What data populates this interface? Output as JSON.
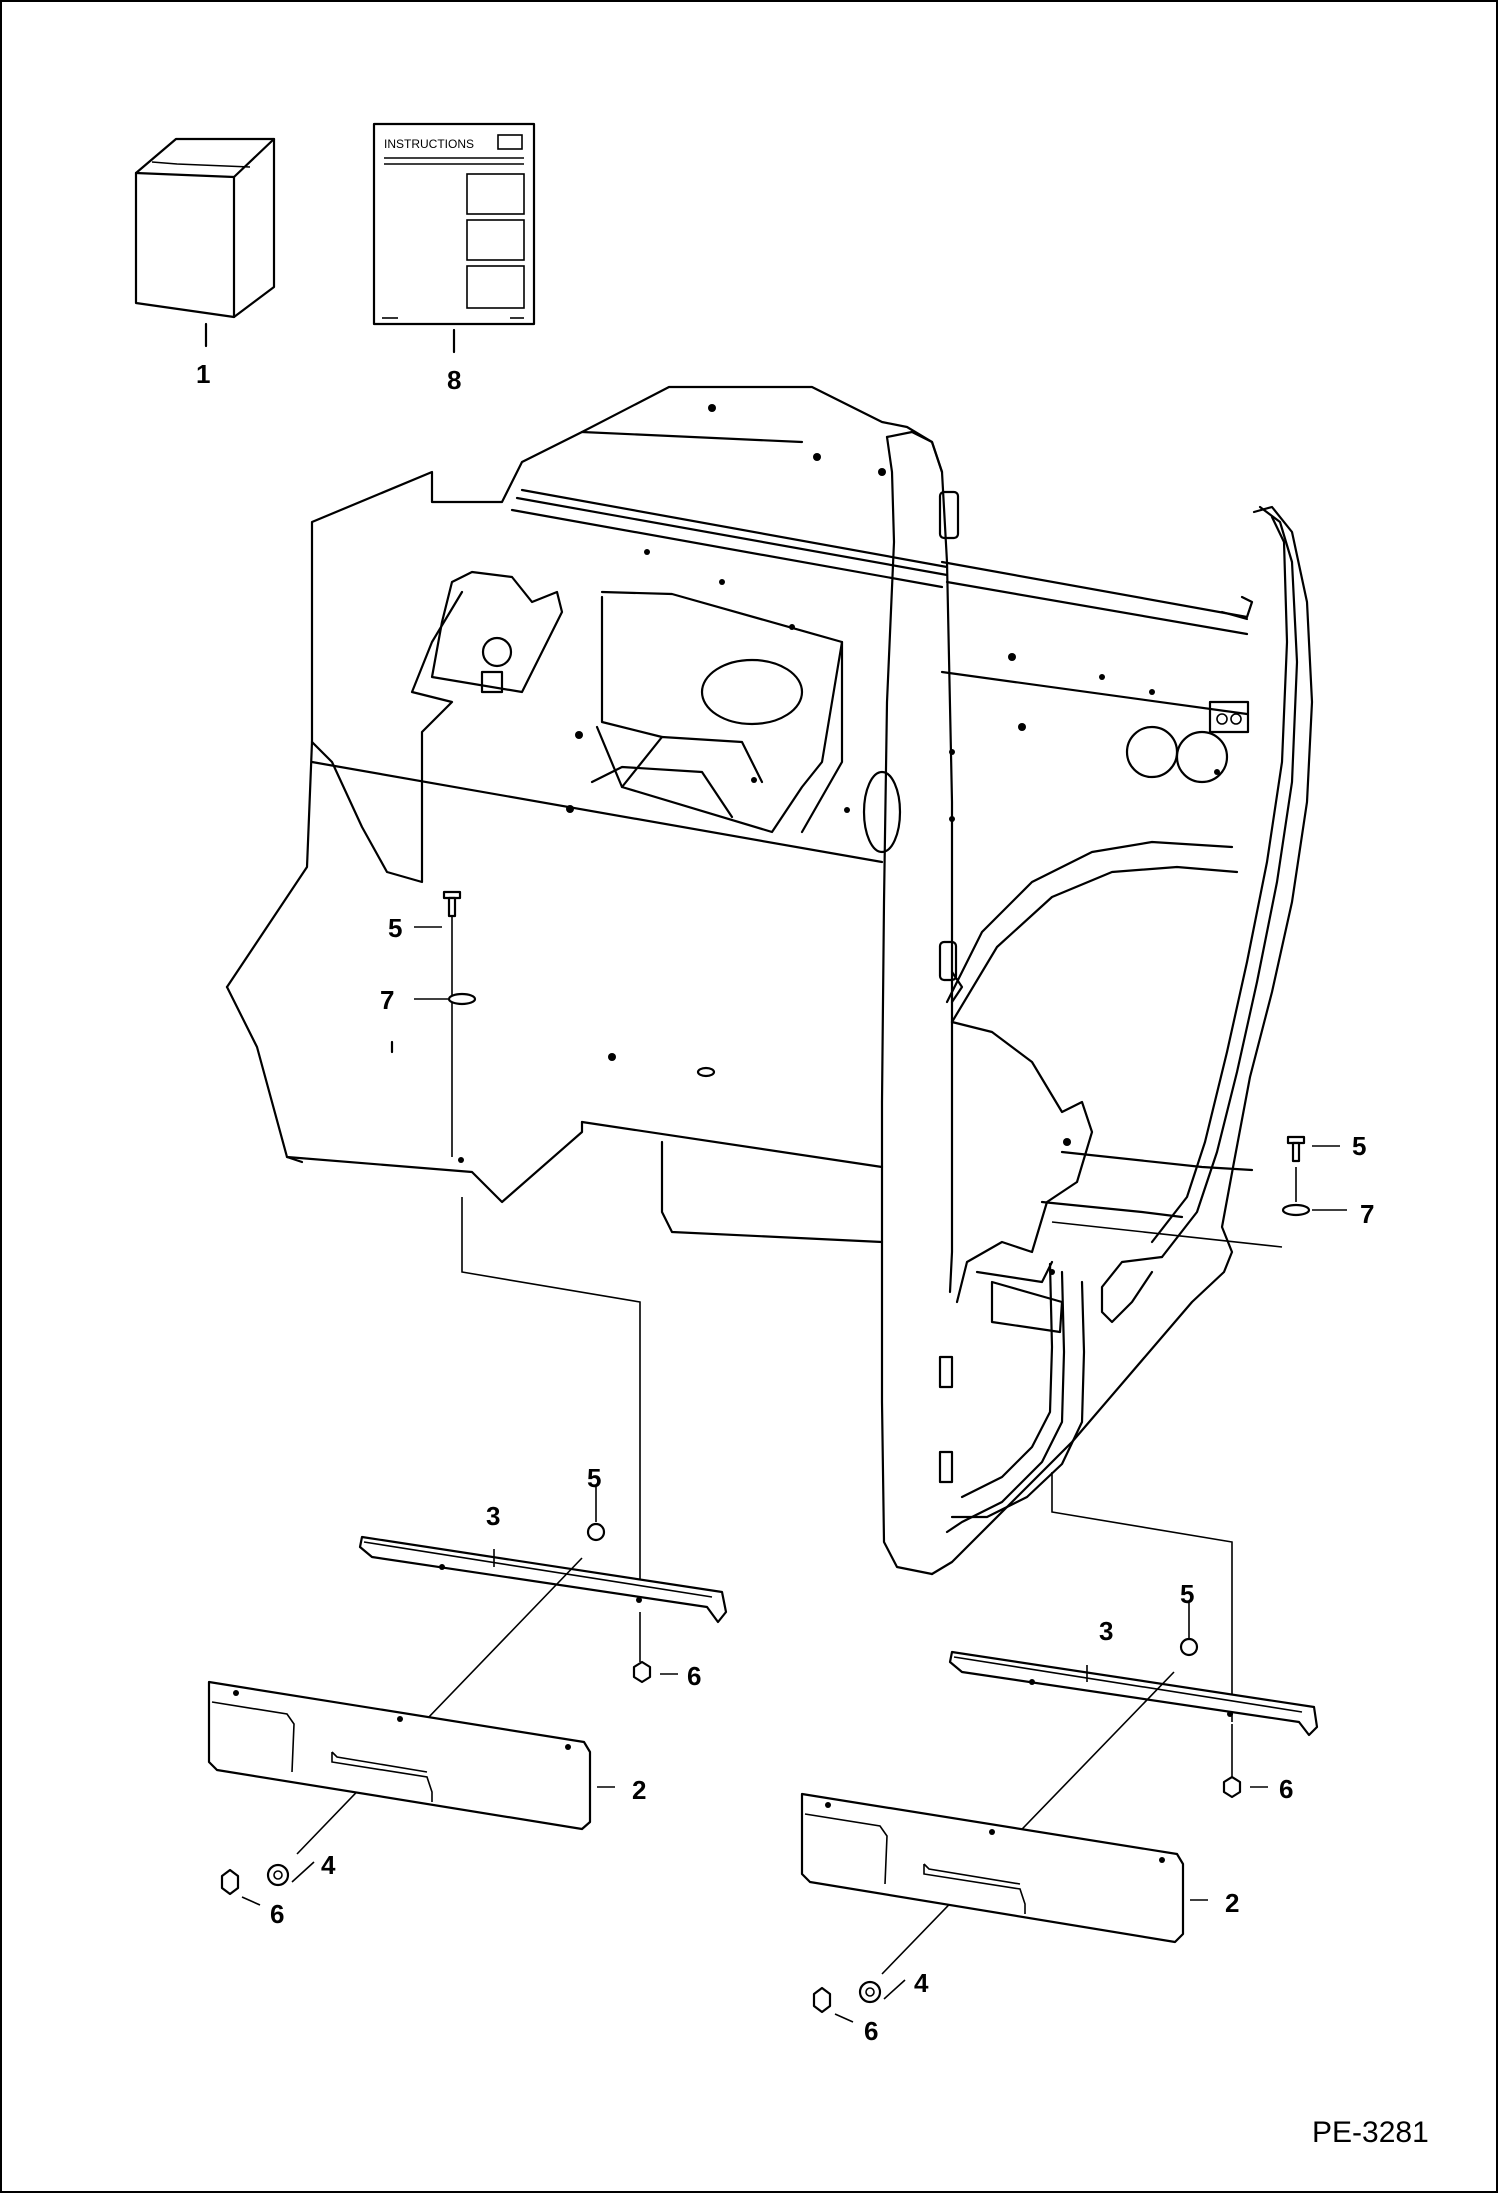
{
  "diagram": {
    "reference_code": "PE-3281",
    "instructions_sheet_title": "INSTRUCTIONS",
    "callouts": [
      {
        "id": "c1",
        "label": "1"
      },
      {
        "id": "c8",
        "label": "8"
      },
      {
        "id": "c5a",
        "label": "5"
      },
      {
        "id": "c7a",
        "label": "7"
      },
      {
        "id": "c5b",
        "label": "5"
      },
      {
        "id": "c7b",
        "label": "7"
      },
      {
        "id": "c5c",
        "label": "5"
      },
      {
        "id": "c3a",
        "label": "3"
      },
      {
        "id": "c6a",
        "label": "6"
      },
      {
        "id": "c2a",
        "label": "2"
      },
      {
        "id": "c4a",
        "label": "4"
      },
      {
        "id": "c6b",
        "label": "6"
      },
      {
        "id": "c5d",
        "label": "5"
      },
      {
        "id": "c3b",
        "label": "3"
      },
      {
        "id": "c6c",
        "label": "6"
      },
      {
        "id": "c2b",
        "label": "2"
      },
      {
        "id": "c4b",
        "label": "4"
      },
      {
        "id": "c6d",
        "label": "6"
      }
    ]
  }
}
